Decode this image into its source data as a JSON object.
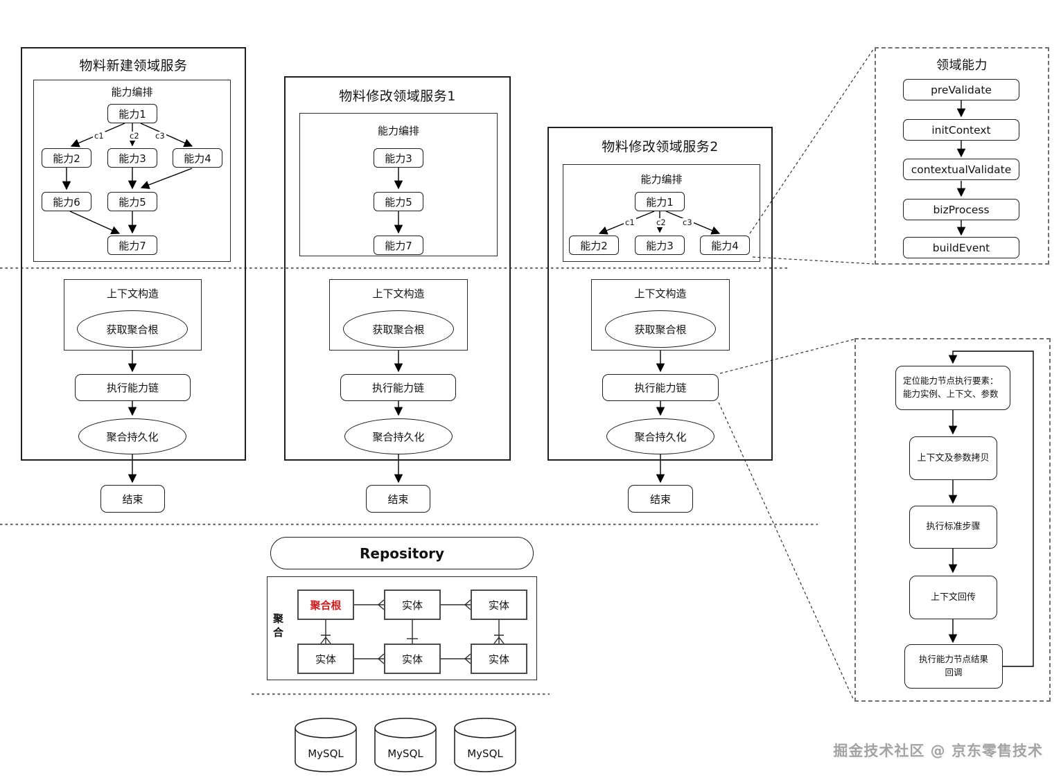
{
  "p1": {
    "title": "物料新建领域服务",
    "orch": "能力编排",
    "n1": "能力1",
    "n2": "能力2",
    "n3": "能力3",
    "n4": "能力4",
    "n5": "能力5",
    "n6": "能力6",
    "n7": "能力7",
    "c1": "c1",
    "c2": "c2",
    "c3": "c3",
    "ctx": "上下文构造",
    "get_root": "获取聚合根",
    "exec": "执行能力链",
    "persist": "聚合持久化",
    "end": "结束"
  },
  "p2": {
    "title": "物料修改领域服务1",
    "orch": "能力编排",
    "n3": "能力3",
    "n5": "能力5",
    "n7": "能力7",
    "ctx": "上下文构造",
    "get_root": "获取聚合根",
    "exec": "执行能力链",
    "persist": "聚合持久化",
    "end": "结束"
  },
  "p3": {
    "title": "物料修改领域服务2",
    "orch": "能力编排",
    "n1": "能力1",
    "n2": "能力2",
    "n3": "能力3",
    "n4": "能力4",
    "c1": "c1",
    "c2": "c2",
    "c3": "c3",
    "ctx": "上下文构造",
    "get_root": "获取聚合根",
    "exec": "执行能力链",
    "persist": "聚合持久化",
    "end": "结束"
  },
  "capability": {
    "title": "领域能力",
    "steps": [
      "preValidate",
      "initContext",
      "contextualValidate",
      "bizProcess",
      "buildEvent"
    ]
  },
  "exec_detail": {
    "s1_line1": "定位能力节点执行要素：",
    "s1_line2": "能力实例、上下文、参数",
    "s2": "上下文及参数拷贝",
    "s3": "执行标准步骤",
    "s4": "上下文回传",
    "s5_line1": "执行能力节点结果",
    "s5_line2": "回调"
  },
  "repository": {
    "title": "Repository",
    "group": "聚合",
    "root": "聚合根",
    "entity": "实体"
  },
  "db": {
    "label": "MySQL"
  },
  "watermark": "掘金技术社区 @ 京东零售技术",
  "colors": {
    "root_red": "#cc2020",
    "watermark_gray": "#a3a3a3",
    "line_black": "#000000",
    "separator_gray": "#6e6e6e"
  }
}
